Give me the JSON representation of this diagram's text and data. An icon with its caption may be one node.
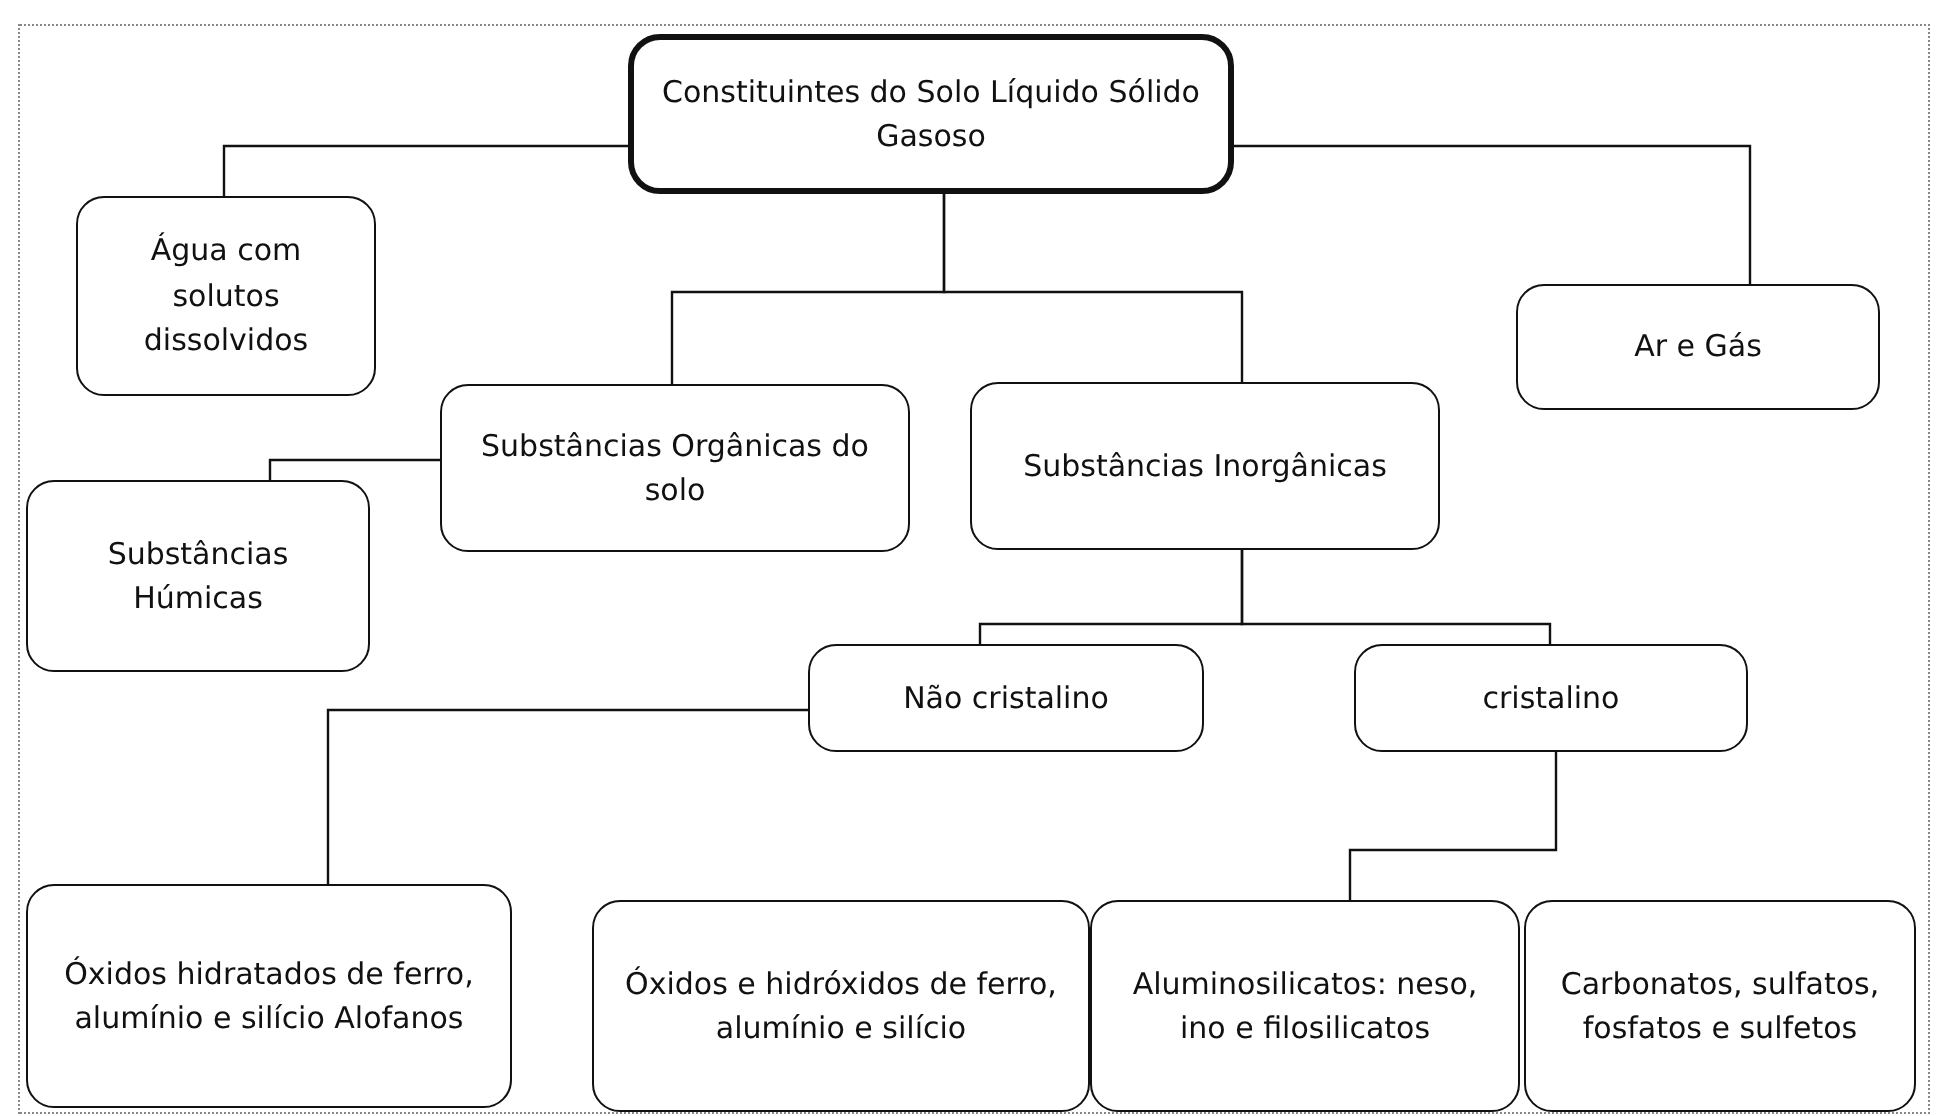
{
  "diagram": {
    "nodes": [
      {
        "text": [
          "Constituintes do Solo Líquido Sólido Gasoso"
        ]
      },
      {
        "text": [
          "Água com solutos dissolvidos"
        ]
      },
      {
        "text": [
          "Ar e Gás"
        ]
      },
      {
        "text": [
          "Substâncias Orgânicas do solo"
        ]
      },
      {
        "text": [
          "Substâncias Inorgânicas"
        ]
      },
      {
        "text": [
          "Substâncias Húmicas"
        ]
      },
      {
        "text": [
          "Não cristalino"
        ]
      },
      {
        "text": [
          "cristalino"
        ]
      },
      {
        "text": [
          "Óxidos hidratados de ferro, alumínio e silício Alofanos"
        ]
      },
      {
        "text": [
          "Óxidos e hidróxidos de ferro, alumínio e silício"
        ]
      },
      {
        "text": [
          "Aluminosilicatos: neso, ino e filosilicatos"
        ]
      },
      {
        "text": [
          "Carbonatos, sulfatos, fosfatos e sulfetos"
        ]
      }
    ],
    "edges": [
      {
        "from": 0,
        "to": 1,
        "arrow": "none"
      },
      {
        "from": 0,
        "to": 2,
        "arrow": "none"
      },
      {
        "from": 0,
        "to": 3,
        "arrow": "none"
      },
      {
        "from": 0,
        "to": 4,
        "arrow": "none"
      },
      {
        "from": 3,
        "to": 5,
        "arrow": "none"
      },
      {
        "from": 4,
        "to": 6,
        "arrow": "none"
      },
      {
        "from": 4,
        "to": 7,
        "arrow": "none"
      },
      {
        "from": 6,
        "to": 8,
        "arrow": "none"
      },
      {
        "from": 7,
        "to": 10,
        "arrow": "none"
      }
    ]
  }
}
